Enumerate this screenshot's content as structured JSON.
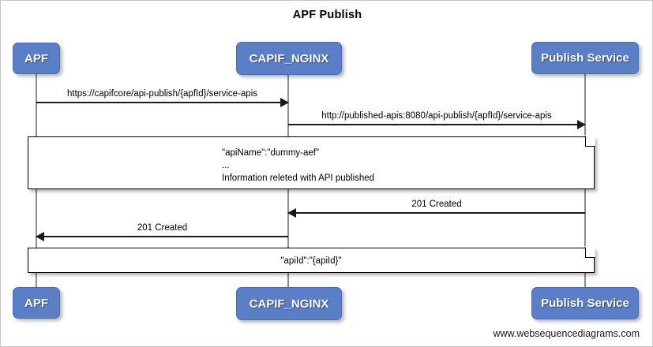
{
  "diagram": {
    "title": "APF Publish",
    "footer": "www.websequencediagrams.com",
    "type": "sequence-diagram",
    "colors": {
      "actor_fill": "#5b7fc7",
      "actor_text": "#ffffff",
      "line": "#1a1a1a",
      "lifeline": "#8c8c8c",
      "note_fill": "#ffffff",
      "background": "#ffffff"
    }
  },
  "participants": [
    {
      "id": "apf",
      "label": "APF"
    },
    {
      "id": "capif_nginx",
      "label": "CAPIF_NGINX"
    },
    {
      "id": "publish_service",
      "label": "Publish Service"
    }
  ],
  "messages": [
    {
      "id": "m1",
      "label": "https://capifcore/api-publish/{apfId}/service-apis",
      "from": "APF",
      "to": "CAPIF_NGINX",
      "direction": "right"
    },
    {
      "id": "m2",
      "label": "http://published-apis:8080/api-publish/{apfId}/service-apis",
      "from": "CAPIF_NGINX",
      "to": "Publish Service",
      "direction": "right"
    },
    {
      "id": "m3",
      "label": "201 Created",
      "from": "Publish Service",
      "to": "CAPIF_NGINX",
      "direction": "left"
    },
    {
      "id": "m4",
      "label": "201 Created",
      "from": "CAPIF_NGINX",
      "to": "APF",
      "direction": "left"
    }
  ],
  "notes": [
    {
      "id": "note1",
      "align": "left",
      "lines": [
        "\"apiName\":\"dummy-aef\"",
        "...",
        "Information releted with API published"
      ]
    },
    {
      "id": "note2",
      "align": "center",
      "lines": [
        "\"apiId\":\"{apiId}\""
      ]
    }
  ]
}
